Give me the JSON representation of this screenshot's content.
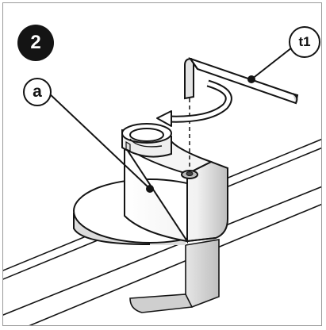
{
  "figure": {
    "step_number": "2",
    "callouts": {
      "part_a": "a",
      "tool_t1": "t1"
    },
    "components": [
      "clamp-base",
      "desk-surface",
      "clamp-bracket",
      "hex-key",
      "rotation-arrow",
      "set-screw"
    ]
  }
}
